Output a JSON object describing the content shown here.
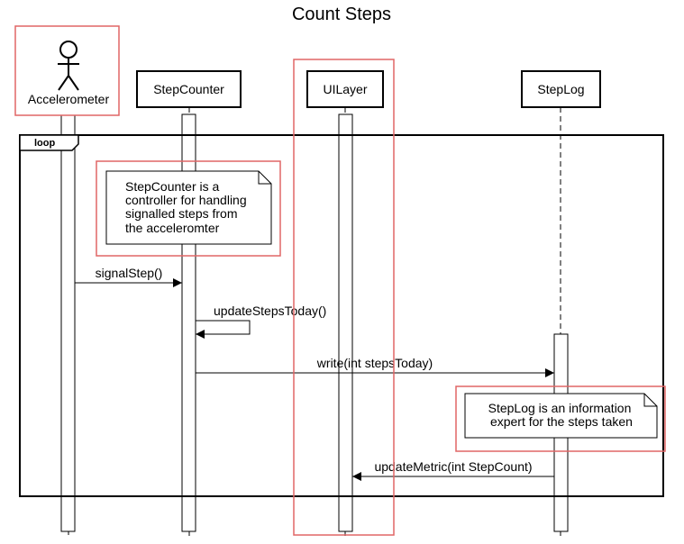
{
  "title": "Count Steps",
  "colors": {
    "highlight": "#e06666",
    "stroke": "#000000",
    "fill": "#ffffff"
  },
  "participants": [
    {
      "id": "accelerometer",
      "label": "Accelerometer",
      "kind": "actor"
    },
    {
      "id": "stepcounter",
      "label": "StepCounter",
      "kind": "box"
    },
    {
      "id": "uilayer",
      "label": "UILayer",
      "kind": "box"
    },
    {
      "id": "steplog",
      "label": "StepLog",
      "kind": "box"
    }
  ],
  "fragment": {
    "label": "loop"
  },
  "notes": [
    {
      "id": "stepcounter-note",
      "lines": [
        "StepCounter is a",
        "controller for handling",
        "signalled steps from",
        "the acceleromter"
      ]
    },
    {
      "id": "steplog-note",
      "lines": [
        "StepLog is an information",
        " expert for the steps taken"
      ]
    }
  ],
  "messages": [
    {
      "label": "signalStep()",
      "from": "accelerometer",
      "to": "stepcounter"
    },
    {
      "label": "updateStepsToday()",
      "from": "stepcounter",
      "to": "stepcounter"
    },
    {
      "label": "write(int stepsToday)",
      "from": "stepcounter",
      "to": "steplog"
    },
    {
      "label": "updateMetric(int StepCount)",
      "from": "steplog",
      "to": "uilayer"
    }
  ]
}
